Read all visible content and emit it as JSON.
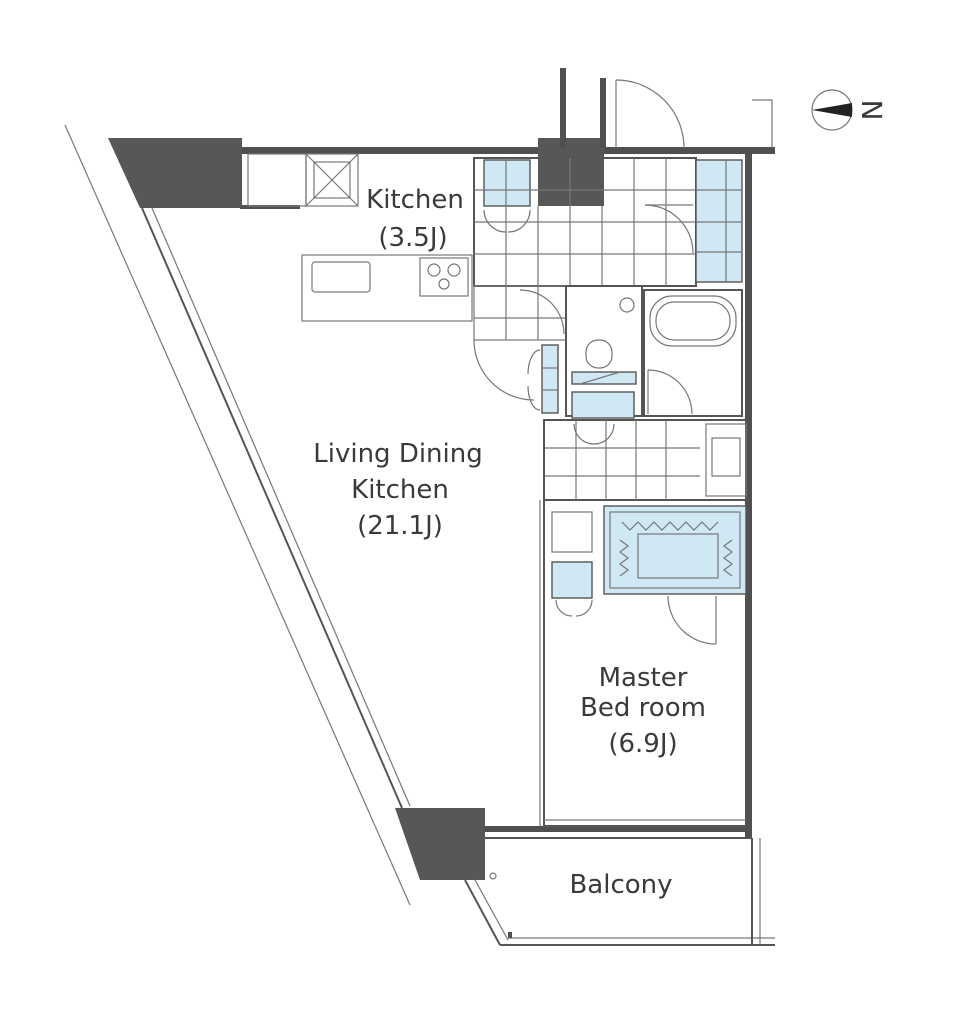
{
  "rooms": {
    "kitchen": {
      "name": "Kitchen",
      "size": "(3.5J)"
    },
    "ldk": {
      "line1": "Living Dining",
      "line2": "Kitchen",
      "size": "(21.1J)"
    },
    "bedroom": {
      "line1": "Master",
      "line2": "Bed room",
      "size": "(6.9J)"
    },
    "balcony": {
      "name": "Balcony"
    }
  },
  "compass": {
    "letter": "N"
  },
  "colors": {
    "fixture": "#cfe8f3",
    "wall": "#505050",
    "pillar": "#575757"
  }
}
